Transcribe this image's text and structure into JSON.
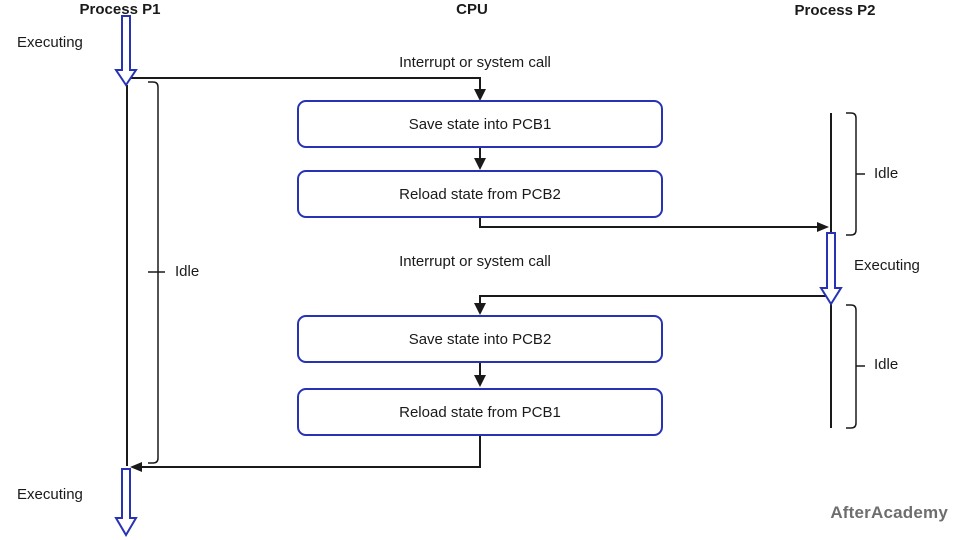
{
  "colors": {
    "accent_blue": "#2733b3",
    "line_black": "#1a1a1a",
    "watermark_gray": "#6e6e6e"
  },
  "columns": {
    "p1_title": "Process P1",
    "cpu_title": "CPU",
    "p2_title": "Process P2"
  },
  "p1": {
    "executing_top": "Executing",
    "idle": "Idle",
    "executing_bottom": "Executing"
  },
  "p2": {
    "idle_top": "Idle",
    "executing": "Executing",
    "idle_bottom": "Idle"
  },
  "cpu": {
    "interrupt_1": "Interrupt or system call",
    "interrupt_2": "Interrupt or system call",
    "boxes": [
      {
        "label": "Save state into PCB1"
      },
      {
        "label": "Reload state from PCB2"
      },
      {
        "label": "Save state into PCB2"
      },
      {
        "label": "Reload state from PCB1"
      }
    ]
  },
  "watermark": "AfterAcademy"
}
